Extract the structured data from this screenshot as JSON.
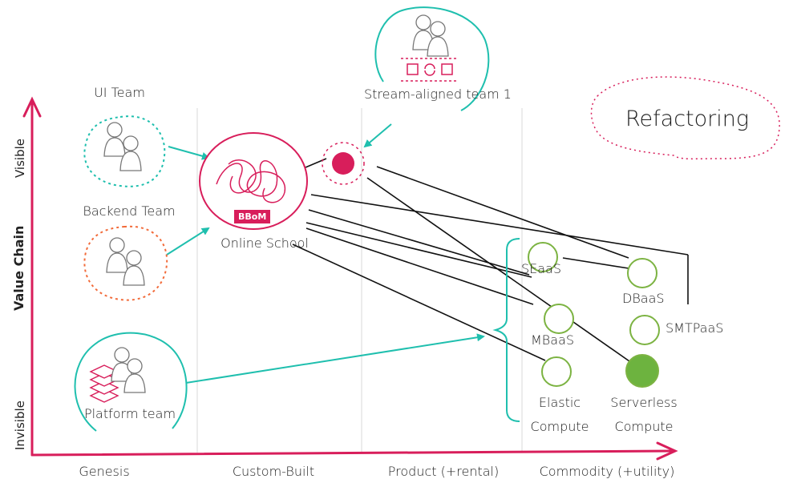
{
  "axes": {
    "y_title": "Value Chain",
    "y_top": "Visible",
    "y_bottom": "Invisible",
    "stages": [
      "Genesis",
      "Custom-Built",
      "Product (+rental)",
      "Commodity (+utility)"
    ]
  },
  "teams": {
    "ui": "UI Team",
    "backend": "Backend Team",
    "platform": "Platform team",
    "stream": "Stream-aligned team 1"
  },
  "nodes": {
    "online_school": "Online School",
    "bbom": "BBoM",
    "seaas": "SEaaS",
    "mbaas": "MBaaS",
    "elastic_1": "Elastic",
    "elastic_2": "Compute",
    "dbaas": "DBaaS",
    "smtpaas": "SMTPaaS",
    "serverless_1": "Serverless",
    "serverless_2": "Compute"
  },
  "note": "Refactoring",
  "colors": {
    "axis": "#d81e5b",
    "team_line": "#1fbfae",
    "platform_line": "#1fbfae",
    "node_green": "#7cb342",
    "serverless_fill": "#6db33f",
    "dependency": "#111111",
    "ui_team_border": "#1fbfae",
    "backend_team_border": "#f26b3a",
    "stream_node": "#d81e5b",
    "gridline": "#d8d8d8"
  },
  "icons": [
    "person-group-icon",
    "platform-stack-icon",
    "stream-flow-icon",
    "tangle-icon"
  ]
}
